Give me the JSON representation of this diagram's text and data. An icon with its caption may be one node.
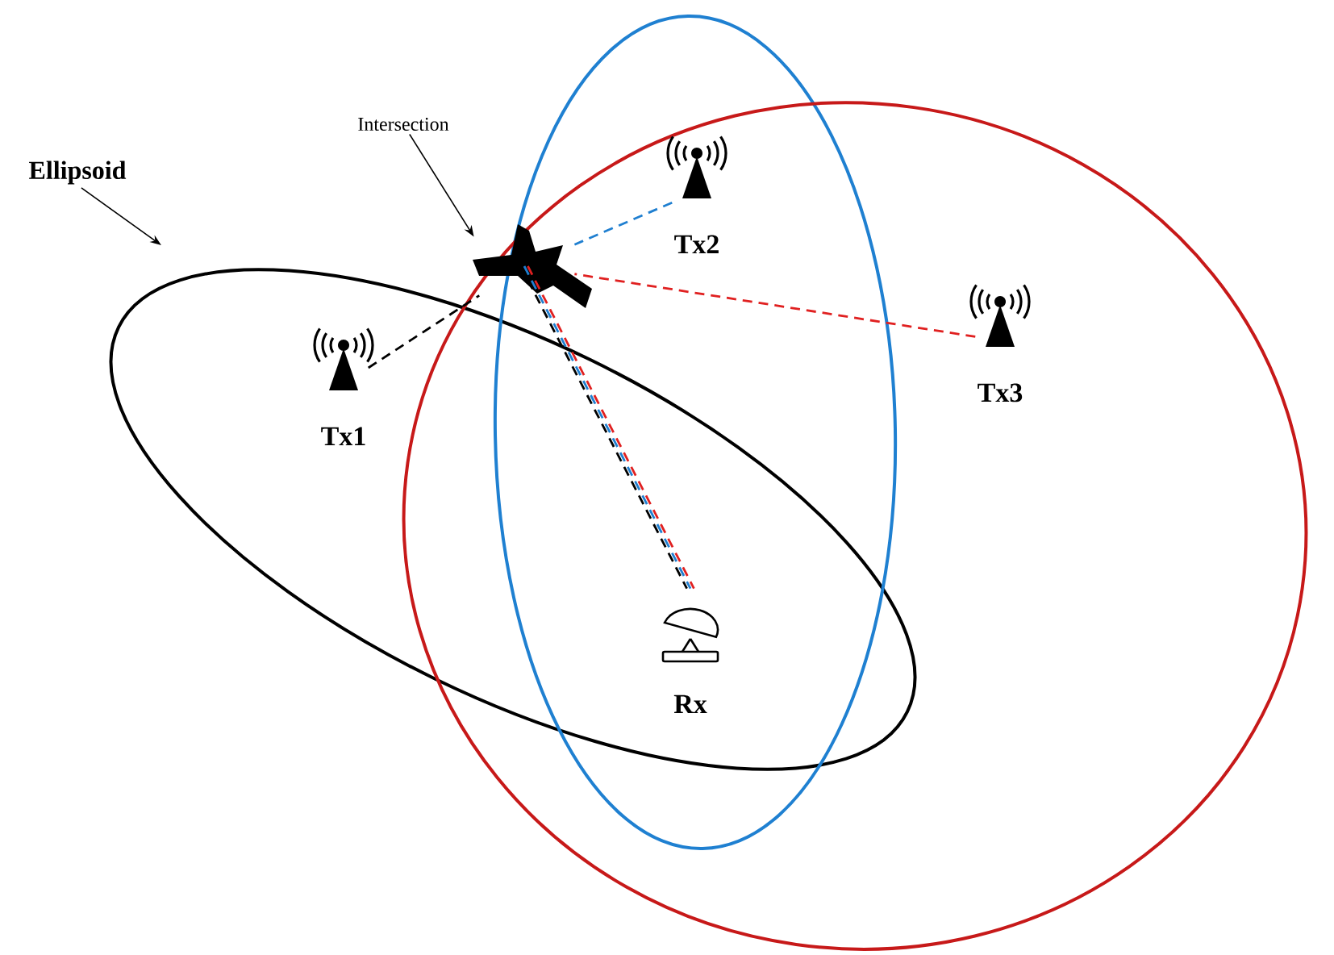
{
  "diagram": {
    "nodes": [
      {
        "text": [],
        "shape": "picture"
      },
      {
        "text": [
          "Tx1"
        ]
      },
      {
        "text": [
          "Tx2"
        ]
      },
      {
        "text": [
          "Tx3"
        ]
      },
      {
        "text": [
          "Rx"
        ]
      },
      {
        "text": [
          "Intersection"
        ]
      },
      {
        "text": [
          "Ellipsoid"
        ]
      }
    ],
    "edges": [
      {
        "from": 1,
        "to": 0,
        "arrow": "none",
        "style": "dashed"
      },
      {
        "from": 2,
        "to": 0,
        "arrow": "none",
        "style": "dashed",
        "color": "#1f7fd0"
      },
      {
        "from": 3,
        "to": 0,
        "arrow": "none",
        "style": "dashed",
        "color": "#e02020"
      },
      {
        "from": 0,
        "to": 4,
        "arrow": "none",
        "style": "dashed"
      },
      {
        "from": 0,
        "to": 4,
        "arrow": "none",
        "style": "dashed",
        "color": "#1f7fd0"
      },
      {
        "from": 0,
        "to": 4,
        "arrow": "none",
        "style": "dashed",
        "color": "#e02020"
      },
      {
        "from": 5,
        "to": 0,
        "arrow": "to"
      },
      {
        "from": 6,
        "to": null,
        "arrow": "to"
      }
    ]
  }
}
